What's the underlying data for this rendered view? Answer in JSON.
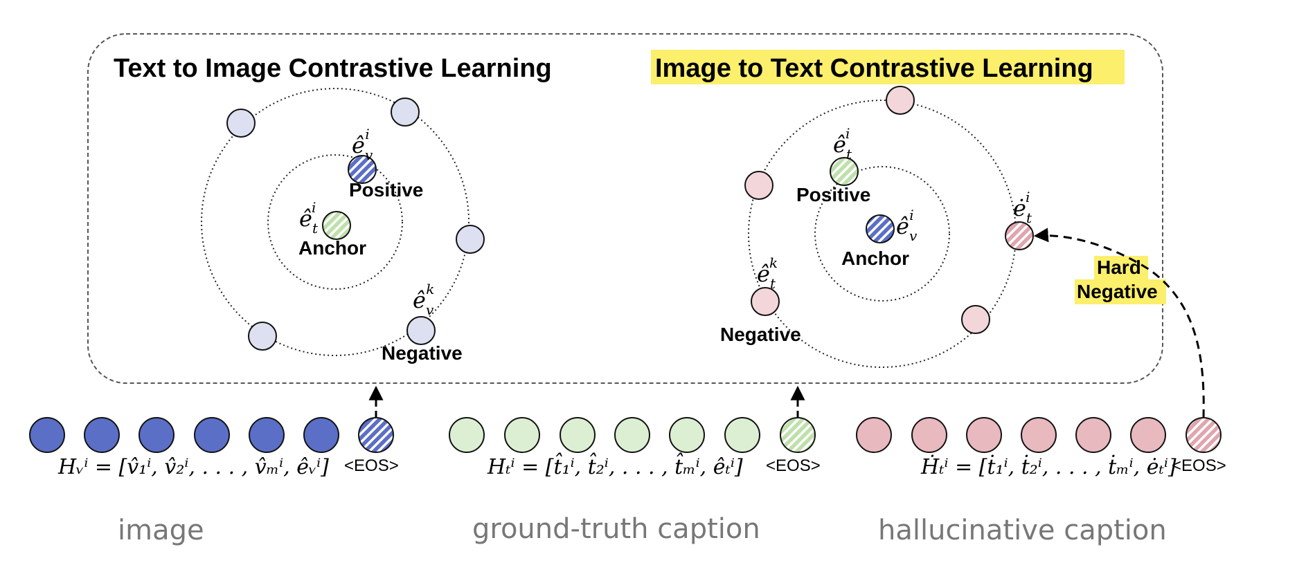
{
  "left_panel": {
    "title": "Text to Image Contrastive Learning",
    "positive_label": "Positive",
    "anchor_label": "Anchor",
    "negative_label": "Negative",
    "positive_math": {
      "base": "ê",
      "sub": "v",
      "sup": "i"
    },
    "anchor_math": {
      "base": "ê",
      "sub": "t",
      "sup": "i"
    },
    "negative_math": {
      "base": "ê",
      "sub": "v",
      "sup": "k"
    }
  },
  "right_panel": {
    "title": "Image to Text Contrastive Learning",
    "positive_label": "Positive",
    "anchor_label": "Anchor",
    "negative_label": "Negative",
    "hard_negative_label_1": "Hard",
    "hard_negative_label_2": "Negative",
    "positive_math": {
      "base": "ê",
      "sub": "t",
      "sup": "i"
    },
    "anchor_math": {
      "base": "ê",
      "sub": "v",
      "sup": "i"
    },
    "negative_math": {
      "base": "ê",
      "sub": "t",
      "sup": "k"
    },
    "hard_negative_math": {
      "base": "ė",
      "sub": "t",
      "sup": "i"
    }
  },
  "sequences": [
    {
      "formula": "Hᵥⁱ = [v̂₁ⁱ, v̂₂ⁱ, . . . , v̂ₘⁱ, êᵥⁱ]",
      "eos": "<EOS>",
      "caption": "image"
    },
    {
      "formula": "Hₜⁱ = [t̂₁ⁱ, t̂₂ⁱ, . . . , t̂ₘⁱ, êₜⁱ]",
      "eos": "<EOS>",
      "caption": "ground-truth caption"
    },
    {
      "formula": "Ḣₜⁱ = [ṫ₁ⁱ, ṫ₂ⁱ, . . . , ṫₘⁱ, ėₜⁱ]",
      "eos": "<EOS>",
      "caption": "hallucinative caption"
    }
  ],
  "colors": {
    "image_token": "#5b6fc7",
    "caption_token": "#dcefd2",
    "hallucination_token": "#e8b9bf",
    "neighbor_blue": "#dde0f0",
    "neighbor_red": "#f3d6da",
    "highlight": "#fbef6b"
  }
}
